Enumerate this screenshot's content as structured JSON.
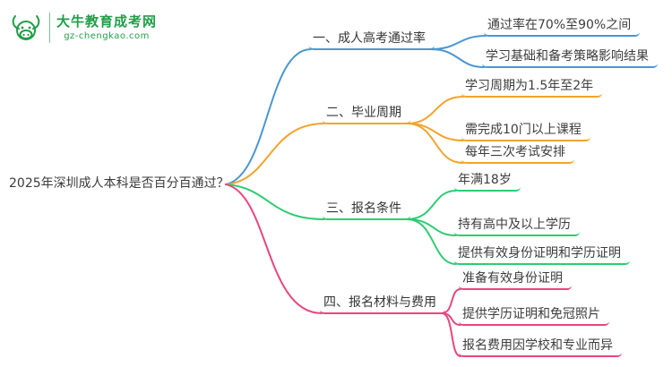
{
  "logo": {
    "site_name": "大牛教育成考网",
    "site_url": "gz-chengkao.com"
  },
  "colors": {
    "blue": "#4a96d2",
    "orange": "#f2a42c",
    "green": "#2ecc71",
    "pink": "#e8467c",
    "brand_green": "#1f9e47",
    "text": "#3d3d3d"
  },
  "mindmap": {
    "central": "2025年深圳成人本科是否百分百通过？",
    "branches": [
      {
        "label": "一、成人高考通过率",
        "color": "#4a96d2",
        "children": [
          "通过率在70%至90%之间",
          "学习基础和备考策略影响结果"
        ]
      },
      {
        "label": "二、毕业周期",
        "color": "#f2a42c",
        "children": [
          "学习周期为1.5年至2年",
          "需完成10门以上课程",
          "每年三次考试安排"
        ]
      },
      {
        "label": "三、报名条件",
        "color": "#2ecc71",
        "children": [
          "年满18岁",
          "持有高中及以上学历",
          "提供有效身份证明和学历证明"
        ]
      },
      {
        "label": "四、报名材料与费用",
        "color": "#e8467c",
        "children": [
          "准备有效身份证明",
          "提供学历证明和免冠照片",
          "报名费用因学校和专业而异"
        ]
      }
    ]
  }
}
